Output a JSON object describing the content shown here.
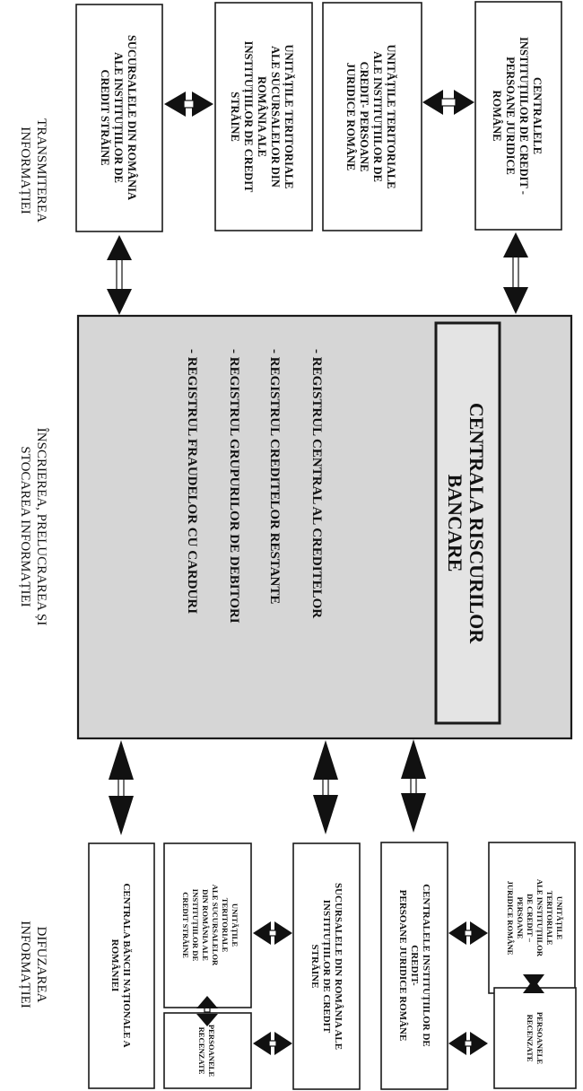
{
  "sections": {
    "transmission": [
      "TRANSMITEREA",
      "INFORMAȚIEI"
    ],
    "processing": [
      "ÎNSCRIEREA, PRELUCRAREA ȘI",
      "STOCAREA INFORMAȚIEI"
    ],
    "dissemination": [
      "DIFUZAREA",
      "INFORMAȚIEI"
    ]
  },
  "top_boxes": [
    {
      "id": "sucursale-straine",
      "lines": [
        "SUCURSALELE DIN ROMÂNIA",
        "ALE INSTITUȚIILOR DE",
        "CREDIT STRĂINE"
      ]
    },
    {
      "id": "unitati-sucursale-straine",
      "lines": [
        "UNITĂȚILE TERITORIALE",
        "ALE SUCURSALELOR DIN",
        "ROMÂNIA ALE",
        "INSTITUȚIILOR DE CREDIT",
        "STRĂINE"
      ]
    },
    {
      "id": "unitati-romane",
      "lines": [
        "UNITĂȚILE TERITORIALE",
        "ALE INSTITUȚIILOR DE",
        "CREDIT- PERSOANE",
        "JURIDICE ROMÂNE"
      ]
    },
    {
      "id": "centrale-romane",
      "lines": [
        "CENTRALELE",
        "INSTITUȚIILOR DE CREDIT -",
        "PERSOANE JURIDICE",
        "ROMÂNE"
      ]
    }
  ],
  "central": {
    "title": [
      "CENTRALA RISCURILOR",
      "BANCARE"
    ],
    "registries": [
      "- REGISTRUL CENTRAL AL CREDITELOR",
      "- REGISTRUL CREDITELOR RESTANTE",
      "- REGISTRUL GRUPURILOR DE DEBITORI",
      "- REGISTRUL FRAUDELOR CU CARDURI"
    ]
  },
  "bottom_boxes": {
    "bnr": [
      "CENTRALA BĂNCII NAȚIONALE A",
      "ROMÂNIEI"
    ],
    "unitati_straine": [
      "UNITĂȚILE",
      "TERITORIALE",
      "ALE SUCURSALELOR",
      "DIN ROMÂNIA ALE",
      "INSTITUȚIILOR DE",
      "CREDIT STRĂINE"
    ],
    "recenzate_1": [
      "PERSOANELE",
      "RECENZATE"
    ],
    "sucursale_straine": [
      "SUCURSALELE DIN ROMÂNIA ALE",
      "INSTITUȚIILOR DE CREDIT",
      "STRĂINE"
    ],
    "centrale_romane": [
      "CENTRALELE INSTITUȚIILOR DE",
      "CREDIT-",
      "PERSOANE JURIDICE ROMÂNE"
    ],
    "unitati_romane": [
      "UNITĂȚILE",
      "TERITORIALE",
      "ALE INSTITUȚIILOR",
      "DE CREDIT –",
      "PERSOANE",
      "JURIDICE ROMÂNE"
    ],
    "recenzate_2": [
      "PERSOANELE",
      "RECENZATE"
    ]
  }
}
